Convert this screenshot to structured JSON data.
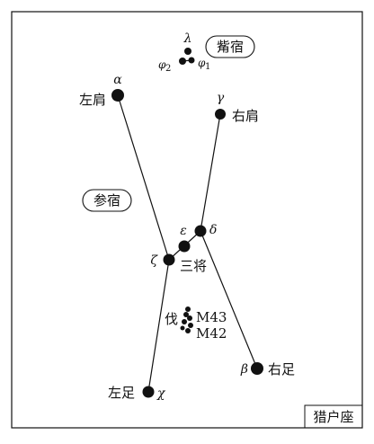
{
  "title": "猎户座",
  "mansions": {
    "zi": "觜宿",
    "shen": "参宿"
  },
  "stars": {
    "alpha": {
      "greek": "α",
      "name": "左肩"
    },
    "gamma": {
      "greek": "γ",
      "name": "右肩"
    },
    "delta": {
      "greek": "δ"
    },
    "epsilon": {
      "greek": "ε"
    },
    "zeta": {
      "greek": "ζ"
    },
    "beta": {
      "greek": "β",
      "name": "右足"
    },
    "chi": {
      "greek": "χ",
      "name": "左足"
    },
    "lambda": {
      "greek": "λ"
    },
    "phi1": {
      "greek": "φ",
      "sub": "1"
    },
    "phi2": {
      "greek": "φ",
      "sub": "2"
    }
  },
  "belt_label": "三将",
  "fa_label": "伐",
  "m43": "M43",
  "m42": "M42"
}
